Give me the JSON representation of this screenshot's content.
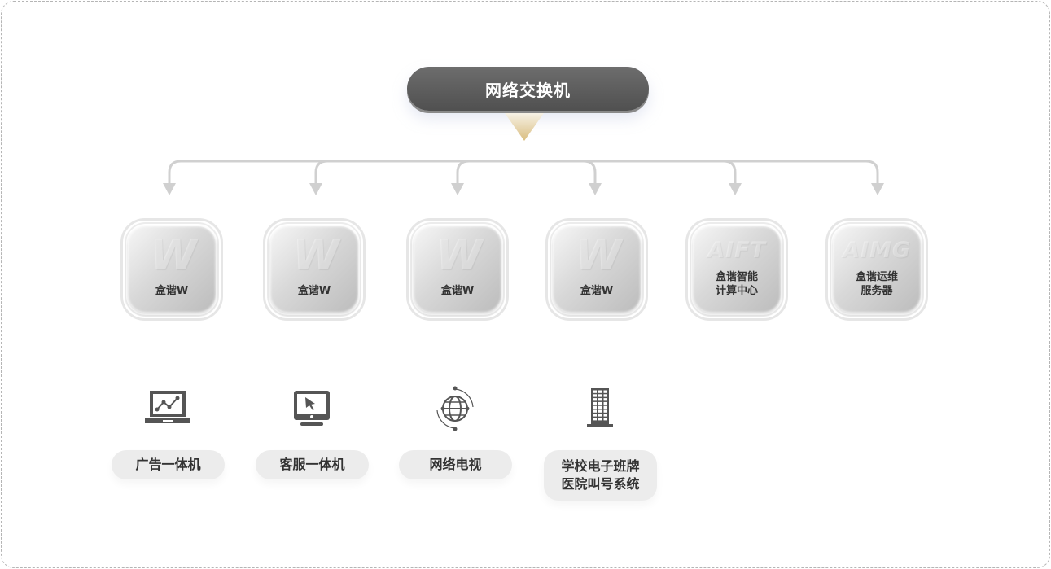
{
  "title": "网络交换机",
  "devices": [
    {
      "logo": "W",
      "label": "盒谐W"
    },
    {
      "logo": "W",
      "label": "盒谐W"
    },
    {
      "logo": "W",
      "label": "盒谐W"
    },
    {
      "logo": "W",
      "label": "盒谐W"
    },
    {
      "logo": "AIFT",
      "label": "盒谐智能\n计算中心"
    },
    {
      "logo": "AIMG",
      "label": "盒谐运维\n服务器"
    }
  ],
  "terminals": [
    {
      "icon": "laptop-chart-icon",
      "label": "广告一体机"
    },
    {
      "icon": "monitor-cursor-icon",
      "label": "客服一体机"
    },
    {
      "icon": "globe-network-icon",
      "label": "网络电视"
    },
    {
      "icon": "building-icon",
      "label": "学校电子班牌\n医院叫号系统"
    }
  ],
  "colors": {
    "title_bg": "#5a5a5a",
    "arrow": "#d0d0d0",
    "triangle": "#e0c78d",
    "pill_bg": "#ececec",
    "icon": "#555555"
  }
}
